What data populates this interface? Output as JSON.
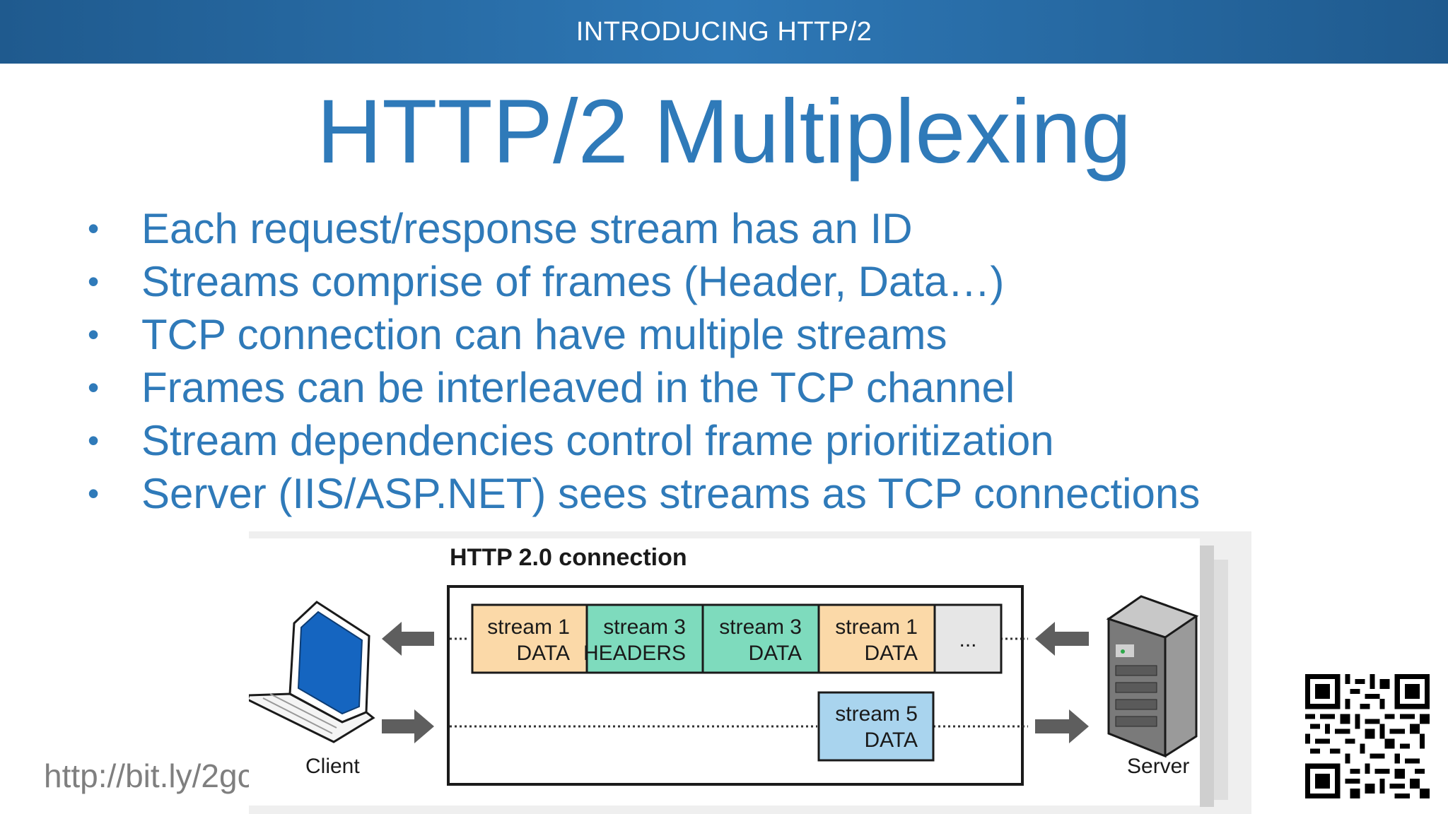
{
  "header": {
    "section_title": "INTRODUCING HTTP/2"
  },
  "slide": {
    "title": "HTTP/2 Multiplexing",
    "bullets": [
      "Each request/response stream has an ID",
      "Streams comprise of frames (Header, Data…)",
      "TCP connection can have multiple streams",
      "Frames can be interleaved in the TCP channel",
      "Stream dependencies control frame prioritization",
      "Server (IIS/ASP.NET) sees streams as TCP connections"
    ],
    "url": "http://bit.ly/2gc"
  },
  "diagram": {
    "title": "HTTP 2.0 connection",
    "client_label": "Client",
    "server_label": "Server",
    "top_row_frames": [
      {
        "line1": "stream 1",
        "line2": "DATA",
        "color": "#fbd9a8"
      },
      {
        "line1": "stream 3",
        "line2": "HEADERS",
        "color": "#7edbbd"
      },
      {
        "line1": "stream 3",
        "line2": "DATA",
        "color": "#7edbbd"
      },
      {
        "line1": "stream 1",
        "line2": "DATA",
        "color": "#fbd9a8"
      },
      {
        "line1": "...",
        "line2": "",
        "color": "#e6e6e6"
      }
    ],
    "bottom_row_frames": [
      {
        "line1": "stream 5",
        "line2": "DATA",
        "color": "#a9d4ee"
      }
    ]
  },
  "colors": {
    "header_bar": "#2e78b6",
    "accent_text": "#2f7ab9",
    "laptop_screen": "#1565c0",
    "arrow": "#5e5e5e"
  },
  "icons": [
    "laptop-icon",
    "server-icon",
    "arrow-left-icon",
    "arrow-right-icon",
    "qr-code-icon"
  ]
}
